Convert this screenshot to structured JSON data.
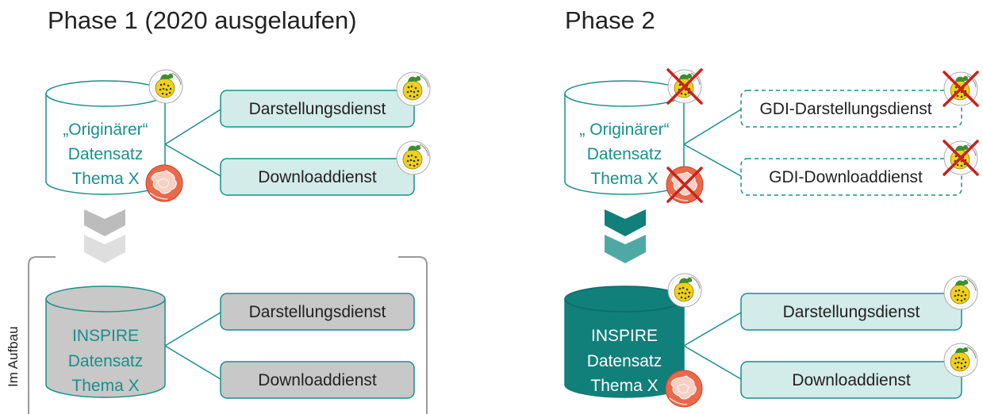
{
  "phase1": {
    "title": "Phase 1 (2020 ausgelaufen)",
    "source_dataset": {
      "line1": "„Originärer“",
      "line2": "Datensatz",
      "line3": "Thema X"
    },
    "view_service": "Darstellungsdienst",
    "download_service": "Downloaddienst",
    "inspire_dataset": {
      "line1": "INSPIRE",
      "line2": "Datensatz",
      "line3": "Thema X"
    },
    "inspire_view_service": "Darstellungsdienst",
    "inspire_download_service": "Downloaddienst",
    "bracket_label": "Im Aufbau"
  },
  "phase2": {
    "title": "Phase 2",
    "source_dataset": {
      "line1": "„ Originärer“",
      "line2": "Datensatz",
      "line3": "Thema X"
    },
    "view_service": "GDI-Darstellungsdienst",
    "download_service": "GDI-Downloaddienst",
    "inspire_dataset": {
      "line1": "INSPIRE",
      "line2": "Datensatz",
      "line3": "Thema X"
    },
    "inspire_view_service": "Darstellungsdienst",
    "inspire_download_service": "Downloaddienst"
  },
  "colors": {
    "teal": "#1a8f8a",
    "teal_dark": "#117f7a",
    "service_fill": "#d3ebe9",
    "grey_box": "#c8c8c8",
    "grey_arrow_dark": "#bcbcbc",
    "grey_arrow_light": "#dedede",
    "globe_red": "#e9694a",
    "inspire_yellow": "#f2d01d",
    "cross_red": "#c9221b"
  },
  "icons": [
    "inspire-seal-icon",
    "europe-globe-icon",
    "red-cross-icon",
    "chevron-down-icon"
  ]
}
